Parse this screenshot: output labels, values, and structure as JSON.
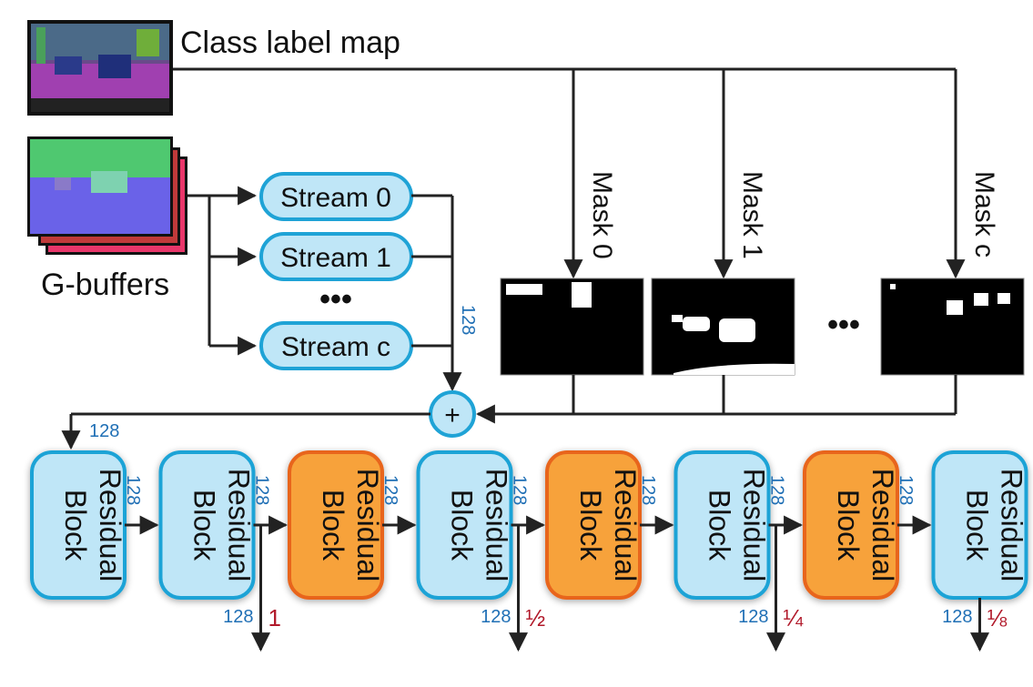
{
  "inputs": {
    "class_label_map": "Class label map",
    "g_buffers": "G-buffers"
  },
  "streams": [
    "Stream 0",
    "Stream 1",
    "Stream c"
  ],
  "stream_ellipsis": "•••",
  "masks": [
    "Mask 0",
    "Mask 1",
    "Mask c"
  ],
  "mask_ellipsis": "•••",
  "sum_symbol": "+",
  "channel_128": "128",
  "blocks": [
    {
      "line1": "Residual",
      "line2": "Block",
      "kind": "standard"
    },
    {
      "line1": "Residual",
      "line2": "Block",
      "kind": "standard"
    },
    {
      "line1": "Residual",
      "line2": "Block",
      "kind": "downsample"
    },
    {
      "line1": "Residual",
      "line2": "Block",
      "kind": "standard"
    },
    {
      "line1": "Residual",
      "line2": "Block",
      "kind": "downsample"
    },
    {
      "line1": "Residual",
      "line2": "Block",
      "kind": "standard"
    },
    {
      "line1": "Residual",
      "line2": "Block",
      "kind": "downsample"
    },
    {
      "line1": "Residual",
      "line2": "Block",
      "kind": "standard"
    }
  ],
  "outputs": [
    {
      "channels": "128",
      "scale": "1"
    },
    {
      "channels": "128",
      "scale": "½"
    },
    {
      "channels": "128",
      "scale": "¼"
    },
    {
      "channels": "128",
      "scale": "⅛"
    }
  ],
  "colors": {
    "standard_fill": "#bfe6f7",
    "standard_stroke": "#1fa3d6",
    "downsample_fill": "#f7a23a",
    "downsample_stroke": "#e8651e",
    "channel_label": "#1f6fb5",
    "scale_label": "#b1192a"
  }
}
